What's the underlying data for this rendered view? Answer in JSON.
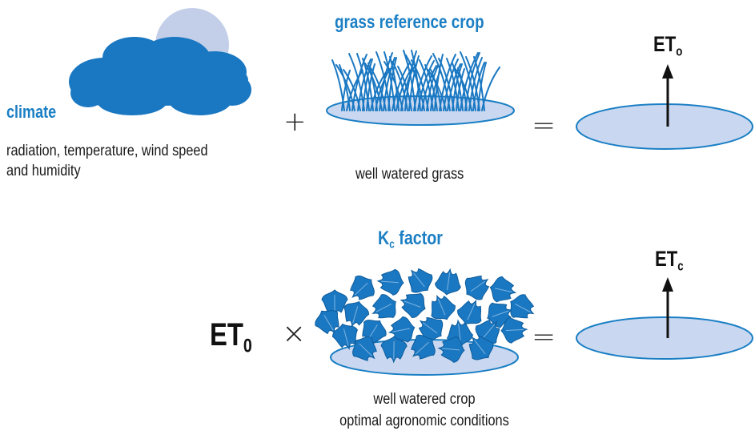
{
  "top_row": {
    "climate": {
      "title": "climate",
      "description_line1": "radiation, temperature, wind speed",
      "description_line2": "and humidity",
      "icons": [
        "sun-icon",
        "cloud-icon"
      ]
    },
    "plus_operator": "+",
    "grass": {
      "title": "grass reference crop",
      "caption": "well watered grass",
      "icons": [
        "grass-icon"
      ]
    },
    "equals_operator": "=",
    "result": {
      "label_main": "ET",
      "label_sub": "o",
      "icons": [
        "up-arrow-icon"
      ]
    }
  },
  "bottom_row": {
    "input": {
      "label_main": "ET",
      "label_sub": "0"
    },
    "times_operator": "×",
    "crop": {
      "title_main": "K",
      "title_sub": "c",
      "title_rest": " factor",
      "caption_line1": "well watered crop",
      "caption_line2": "optimal agronomic conditions",
      "icons": [
        "leaves-icon"
      ]
    },
    "equals_operator": "=",
    "result": {
      "label_main": "ET",
      "label_sub": "c",
      "icons": [
        "up-arrow-icon"
      ]
    }
  },
  "colors": {
    "accent_blue": "#1b7fc4",
    "cloud_blue": "#1a78c2",
    "sun_gray_blue": "#c3cfe8",
    "surface_fill": "#c9d8f0",
    "surface_stroke": "#1b7fc4",
    "text_dark": "#1a1a1a"
  }
}
